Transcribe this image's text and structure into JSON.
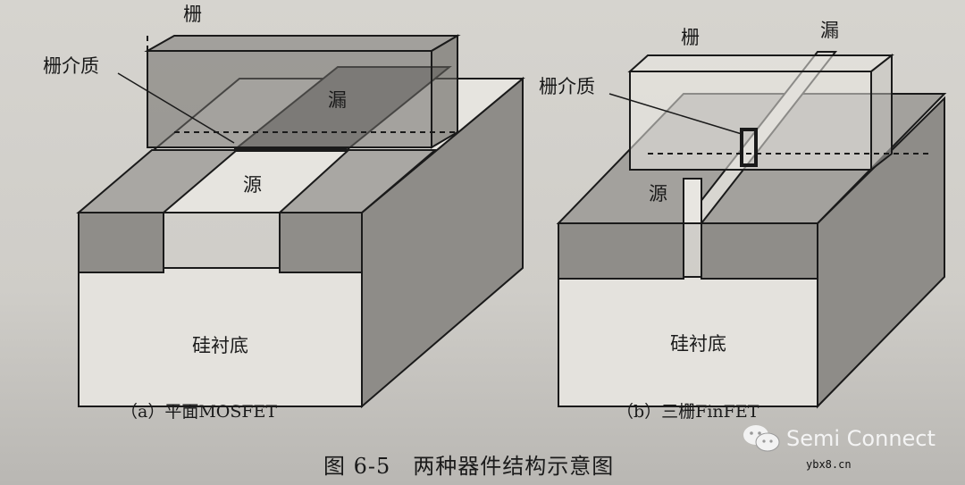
{
  "figure_a": {
    "gate": "栅",
    "gate_dielectric": "栅介质",
    "drain": "漏",
    "source": "源",
    "substrate": "硅衬底",
    "caption": "（a）平面MOSFET"
  },
  "figure_b": {
    "gate": "栅",
    "drain": "漏",
    "gate_dielectric": "栅介质",
    "source": "源",
    "substrate": "硅衬底",
    "caption": "（b）三栅FinFET"
  },
  "figure_caption": "图 6-5　两种器件结构示意图",
  "watermark": {
    "brand": "Semi Connect",
    "url": "ybx8.cn"
  }
}
